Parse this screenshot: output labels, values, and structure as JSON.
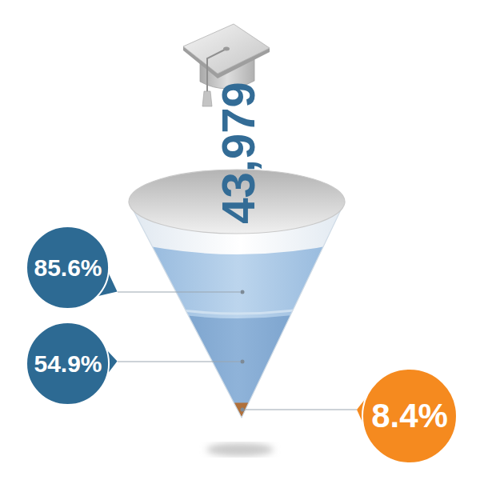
{
  "diagram": {
    "nodes": [
      {
        "text": [
          "85.6%"
        ]
      },
      {
        "text": [
          "54.9%"
        ]
      },
      {
        "text": [
          "8.4%"
        ]
      }
    ],
    "labels": [
      "43,979"
    ]
  }
}
